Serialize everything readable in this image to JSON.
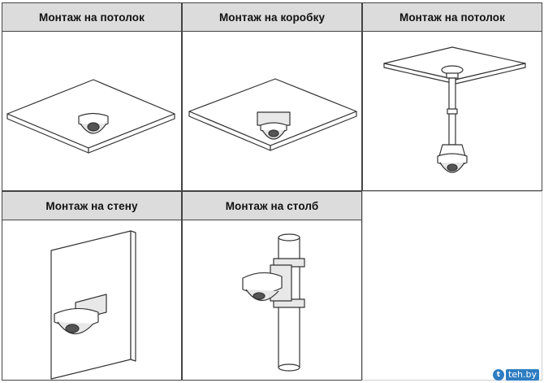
{
  "panels": [
    {
      "title": "Монтаж на потолок"
    },
    {
      "title": "Монтаж на коробку"
    },
    {
      "title": "Монтаж на потолок"
    },
    {
      "title": "Монтаж на стену"
    },
    {
      "title": "Монтаж на столб"
    }
  ],
  "watermark": {
    "icon": "teh-logo-icon",
    "text": "teh.by"
  }
}
